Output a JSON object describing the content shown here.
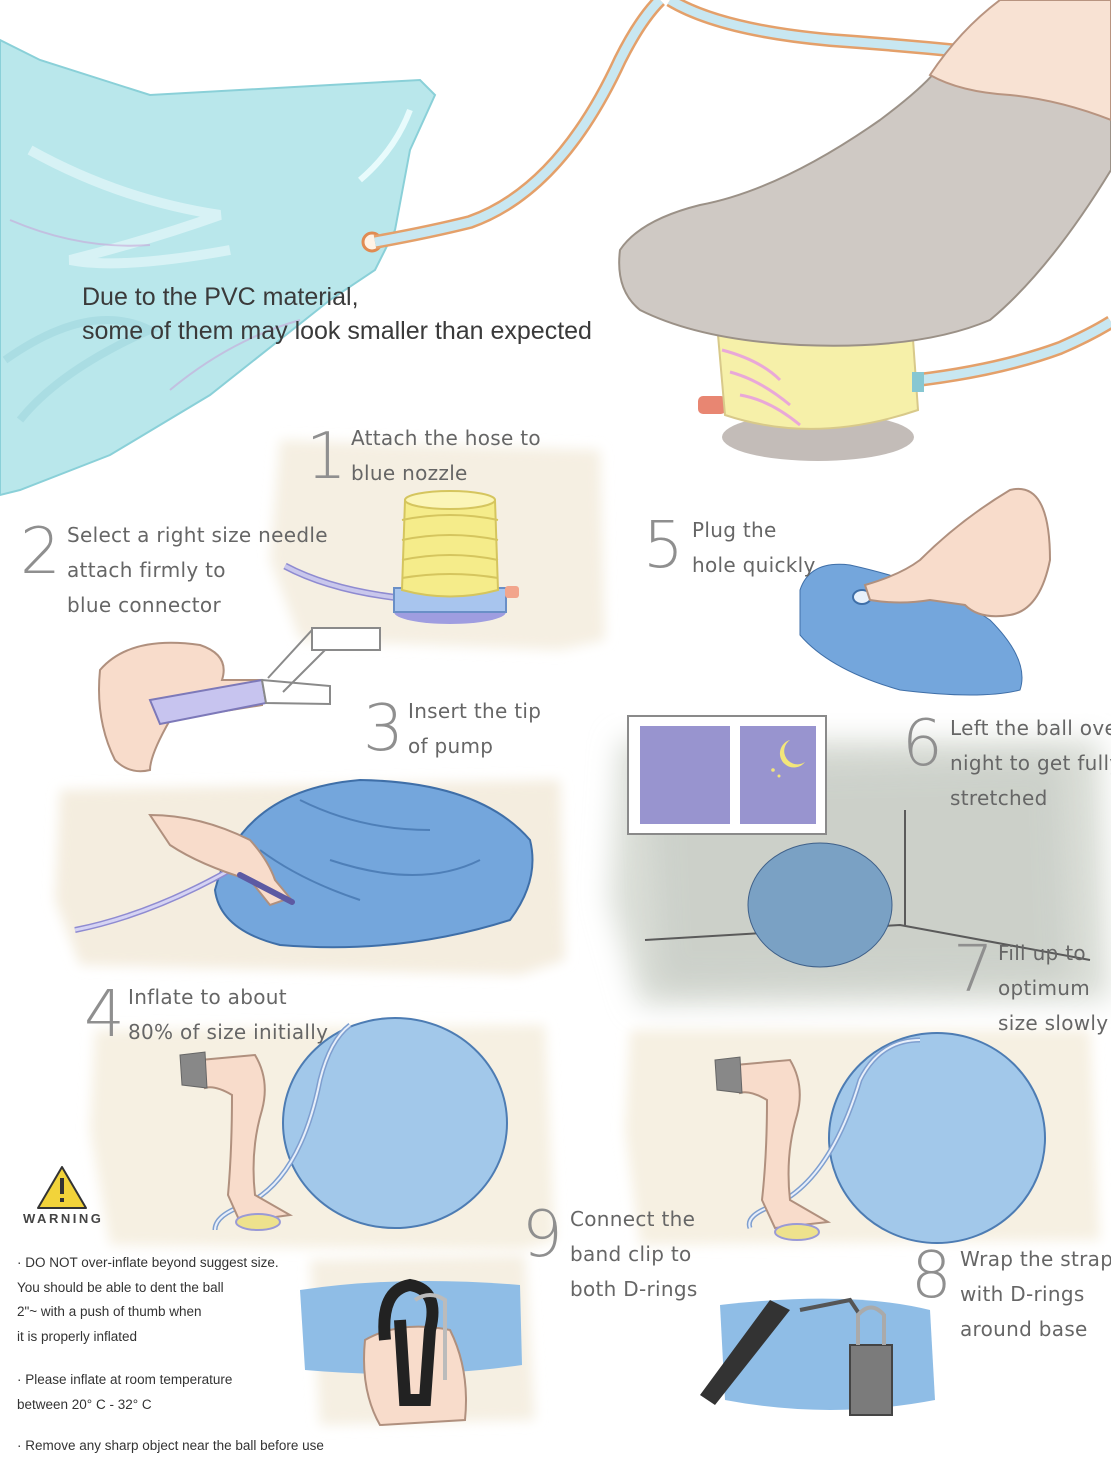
{
  "headline": {
    "line1": "Due to the PVC material,",
    "line2": "some of them may look smaller than expected"
  },
  "steps": [
    {
      "number": "1",
      "lines": [
        "Attach the hose to",
        "blue nozzle"
      ]
    },
    {
      "number": "2",
      "lines": [
        "Select a right size needle",
        "attach firmly to",
        "blue connector"
      ]
    },
    {
      "number": "3",
      "lines": [
        "Insert the tip",
        "of pump"
      ]
    },
    {
      "number": "4",
      "lines": [
        "Inflate to about",
        "80% of size initially"
      ]
    },
    {
      "number": "5",
      "lines": [
        "Plug the",
        "hole quickly"
      ]
    },
    {
      "number": "6",
      "lines": [
        "Left the ball over-",
        "night to get fully",
        "stretched"
      ]
    },
    {
      "number": "7",
      "lines": [
        "Fill up to",
        "optimum",
        "size slowly"
      ]
    },
    {
      "number": "8",
      "lines": [
        "Wrap the strap",
        "with D-rings",
        "around base"
      ]
    },
    {
      "number": "9",
      "lines": [
        "Connect the",
        "band clip to",
        "both D-rings"
      ]
    }
  ],
  "warning": {
    "label": "WARNING",
    "notes": [
      [
        "· DO NOT over-inflate beyond suggest size.",
        "You should be able to dent the ball",
        "2\"~ with a push of thumb when",
        "it is properly inflated"
      ],
      [
        "· Please inflate at room temperature",
        "between 20° C - 32° C"
      ],
      [
        "· Remove any sharp object near the ball before use"
      ]
    ]
  },
  "icons": [
    "warning-triangle-icon",
    "moon-icon"
  ],
  "colors": {
    "ball_blue": "#9cc4e6",
    "flat_blue": "#6f9fd8",
    "mint": "#b7e6ea",
    "pump_yellow": "#f4ee98",
    "skin": "#f6d9c6",
    "sock_grey": "#cfc9c4",
    "hose_orange": "#e6a164",
    "window_purple": "#9894cf",
    "text_grey": "#666666"
  }
}
